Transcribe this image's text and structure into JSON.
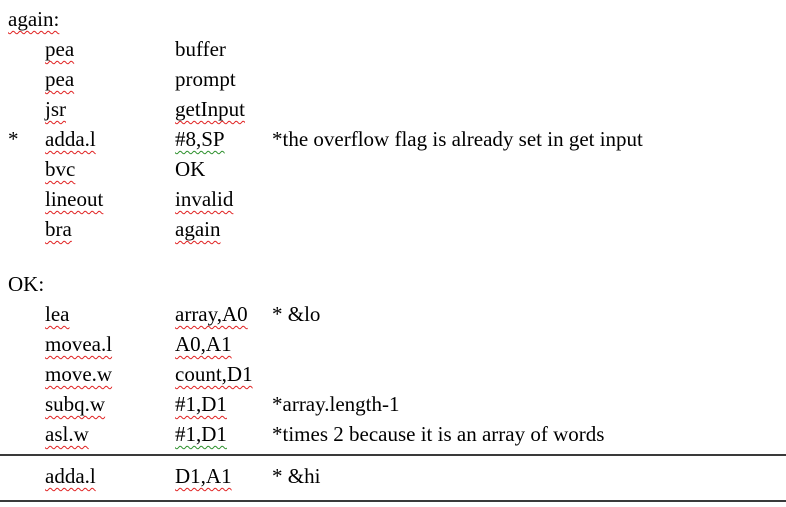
{
  "document": {
    "background": "#ffffff",
    "text_color": "#000000",
    "squiggle_colors": {
      "spelling": "#e02020",
      "grammar": "#2a8f2a"
    },
    "lines": [
      {
        "type": "code",
        "label": "again:",
        "label_u": "spelling"
      },
      {
        "type": "code",
        "mnemonic": "pea",
        "mnemonic_u": "spelling",
        "operand": "buffer"
      },
      {
        "type": "code",
        "mnemonic": "pea",
        "mnemonic_u": "spelling",
        "operand": "prompt"
      },
      {
        "type": "code",
        "mnemonic": "jsr",
        "mnemonic_u": "spelling",
        "operand": "getInput",
        "operand_u": "spelling"
      },
      {
        "type": "code",
        "label": "*",
        "mnemonic": "adda.l",
        "mnemonic_u": "spelling",
        "operand": "#8,SP",
        "operand_u": "grammar",
        "comment": "*the overflow flag is already set in get input"
      },
      {
        "type": "code",
        "mnemonic": "bvc",
        "mnemonic_u": "spelling",
        "operand": "OK"
      },
      {
        "type": "code",
        "mnemonic": "lineout",
        "mnemonic_u": "spelling",
        "operand": "invalid",
        "operand_u": "spelling"
      },
      {
        "type": "code",
        "mnemonic": "bra",
        "mnemonic_u": "spelling",
        "operand": "again",
        "operand_u": "spelling"
      },
      {
        "type": "blank"
      },
      {
        "type": "code",
        "label": "OK:"
      },
      {
        "type": "code",
        "mnemonic": "lea",
        "mnemonic_u": "spelling",
        "operand": "array,A0",
        "operand_u": "spelling",
        "comment": "* &lo"
      },
      {
        "type": "code",
        "mnemonic": "movea.l",
        "mnemonic_u": "spelling",
        "operand": "A0,A1",
        "operand_u": "spelling"
      },
      {
        "type": "code",
        "mnemonic": "move.w",
        "mnemonic_u": "spelling",
        "operand": "count,D1",
        "operand_u": "spelling"
      },
      {
        "type": "code",
        "mnemonic": "subq.w",
        "mnemonic_u": "spelling",
        "operand": "#1,D1",
        "operand_u": "spelling",
        "comment": "*array.length-1"
      },
      {
        "type": "code",
        "mnemonic": "asl.w",
        "mnemonic_u": "spelling",
        "operand": "#1,D1",
        "operand_u": "grammar",
        "comment": "*times 2 because it is an array of words"
      },
      {
        "type": "rule"
      },
      {
        "type": "code",
        "after_rule": true,
        "mnemonic": "adda.l",
        "mnemonic_u": "spelling",
        "operand": "D1,A1",
        "operand_u": "spelling",
        "comment": "* &hi"
      },
      {
        "type": "rule",
        "position": "bottom"
      }
    ]
  }
}
